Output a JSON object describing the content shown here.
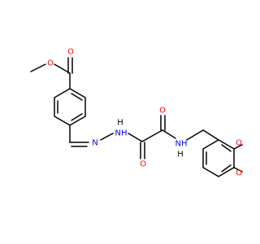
{
  "colors": {
    "oxygen": "#ff0000",
    "nitrogen": "#0000ff",
    "hydrogen": "#000000",
    "bond": "#000000"
  },
  "atoms": {
    "o_methoxy": "O",
    "o_ester_carbonyl": "O",
    "n_hydrazone_imine": "N",
    "nh_hydrazide": "NH",
    "h_hydrazide": "H",
    "o_oxalyl_left": "O",
    "o_oxalyl_right": "O",
    "nh_amide": "NH",
    "h_amide": "H",
    "o_dioxole_top": "O",
    "o_dioxole_bottom": "O"
  }
}
